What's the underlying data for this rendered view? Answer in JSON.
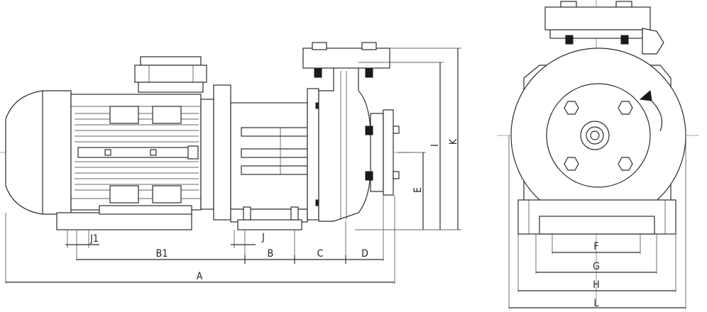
{
  "drawing": {
    "labels": {
      "A": "A",
      "B": "B",
      "B1": "B1",
      "C": "C",
      "D": "D",
      "E": "E",
      "F": "F",
      "G": "G",
      "H": "H",
      "I": "I",
      "J": "J",
      "J1": "J1",
      "K": "K",
      "L": "L"
    }
  }
}
